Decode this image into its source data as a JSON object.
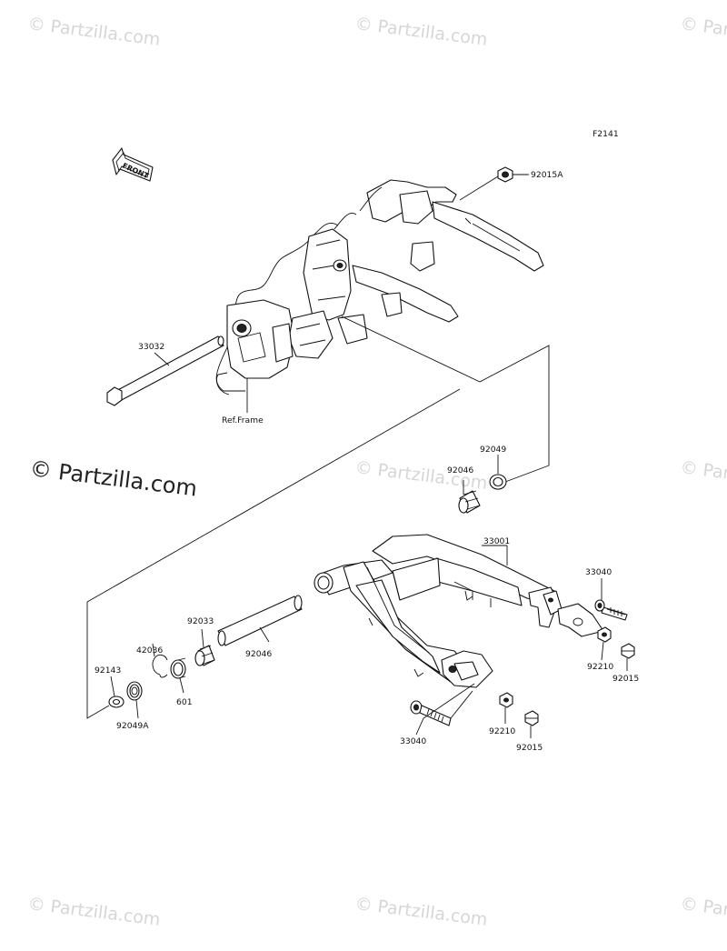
{
  "diagram": {
    "figure_code": "F2141",
    "front_arrow_text": "FRONT",
    "ref_label": "Ref.Frame",
    "parts": [
      {
        "id": "p92015A",
        "label": "92015A"
      },
      {
        "id": "p33032",
        "label": "33032"
      },
      {
        "id": "p92049_top",
        "label": "92049"
      },
      {
        "id": "p92046_top",
        "label": "92046"
      },
      {
        "id": "p33001",
        "label": "33001"
      },
      {
        "id": "p33040_right",
        "label": "33040"
      },
      {
        "id": "p92210_right",
        "label": "92210"
      },
      {
        "id": "p92015_right",
        "label": "92015"
      },
      {
        "id": "p92046_left",
        "label": "92046"
      },
      {
        "id": "p92033",
        "label": "92033"
      },
      {
        "id": "p42036",
        "label": "42036"
      },
      {
        "id": "p92143",
        "label": "92143"
      },
      {
        "id": "p601",
        "label": "601"
      },
      {
        "id": "p92049A",
        "label": "92049A"
      },
      {
        "id": "p33040_bottom",
        "label": "33040"
      },
      {
        "id": "p92210_bottom",
        "label": "92210"
      },
      {
        "id": "p92015_bottom",
        "label": "92015"
      }
    ]
  },
  "watermark": {
    "small": "© Partzilla.com",
    "large": "© Partzilla.com"
  }
}
